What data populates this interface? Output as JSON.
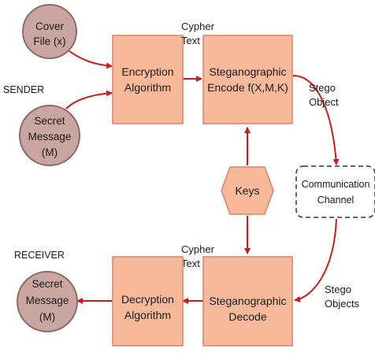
{
  "nodes": {
    "cover_file": [
      "Cover",
      "File (x)"
    ],
    "secret_message_sender": [
      "Secret",
      "Message",
      "(M)"
    ],
    "encryption": [
      "Encryption",
      "Algorithm"
    ],
    "encode": [
      "Steganographic",
      "Encode f(X,M,K)"
    ],
    "keys": "Keys",
    "channel": [
      "Communication",
      "Channel"
    ],
    "decode": [
      "Steganographic",
      "Decode"
    ],
    "decryption": [
      "Decryption",
      "Algorithm"
    ],
    "secret_message_receiver": [
      "Secret",
      "Message",
      "(M)"
    ]
  },
  "labels": {
    "sender": "SENDER",
    "receiver": "RECEIVER",
    "cypher_text_top": [
      "Cypher",
      "Text"
    ],
    "stego_object": [
      "Stego",
      "Object"
    ],
    "cypher_text_bottom": [
      "Cypher",
      "Text"
    ],
    "stego_objects": [
      "Stego",
      "Objects"
    ]
  },
  "colors": {
    "box_fill": "#f7b99a",
    "box_stroke": "#d9846a",
    "circle_fill": "#c9a7a0",
    "circle_stroke": "#8e6a66",
    "arrow": "#cc1b1b",
    "channel_stroke": "#333333"
  }
}
